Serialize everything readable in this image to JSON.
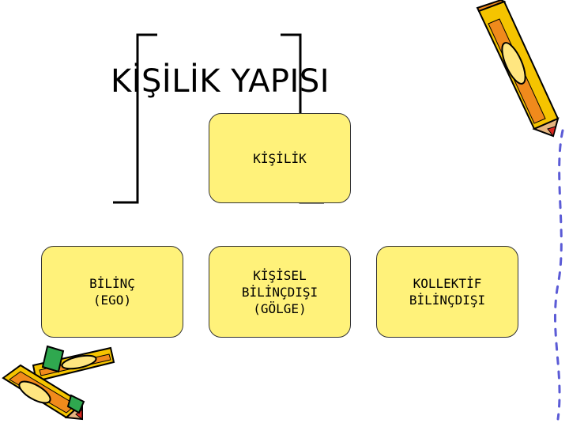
{
  "slide": {
    "title": "KİŞİLİK YAPISI"
  },
  "diagram": {
    "root": {
      "lines": [
        "KİŞİLİK"
      ]
    },
    "children": [
      {
        "lines": [
          "BİLİNÇ",
          "(EGO)"
        ]
      },
      {
        "lines": [
          "KİŞİSEL",
          "BİLİNÇDIŞI",
          "(GÖLGE)"
        ]
      },
      {
        "lines": [
          "KOLLEKTİF",
          "BİLİNÇDIŞI"
        ]
      }
    ]
  },
  "colors": {
    "box_fill": "#fff27a",
    "box_border": "#333333",
    "pencil_yellow": "#f5c400",
    "pencil_orange": "#f08a1c",
    "pencil_tip_red": "#d8261f",
    "cap_green": "#2fa84f",
    "dash_line": "#5b5bd6"
  },
  "icons": [
    "bracket-decoration",
    "pencil-clipart-top-right",
    "pencil-clipart-bottom-left",
    "dashed-vertical-line"
  ]
}
